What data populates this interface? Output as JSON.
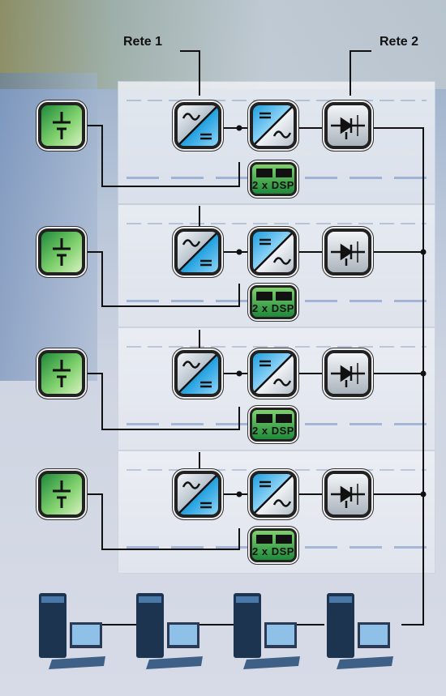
{
  "labels": {
    "net1": "Rete 1",
    "net2": "Rete 2"
  },
  "modules": [
    {
      "dsp_label": "2 x DSP"
    },
    {
      "dsp_label": "2 x DSP"
    },
    {
      "dsp_label": "2 x DSP"
    },
    {
      "dsp_label": "2 x DSP"
    }
  ],
  "colors": {
    "battery": "#1f8a3a",
    "converter_blue": "#1f9fe0",
    "wire": "#111111"
  }
}
